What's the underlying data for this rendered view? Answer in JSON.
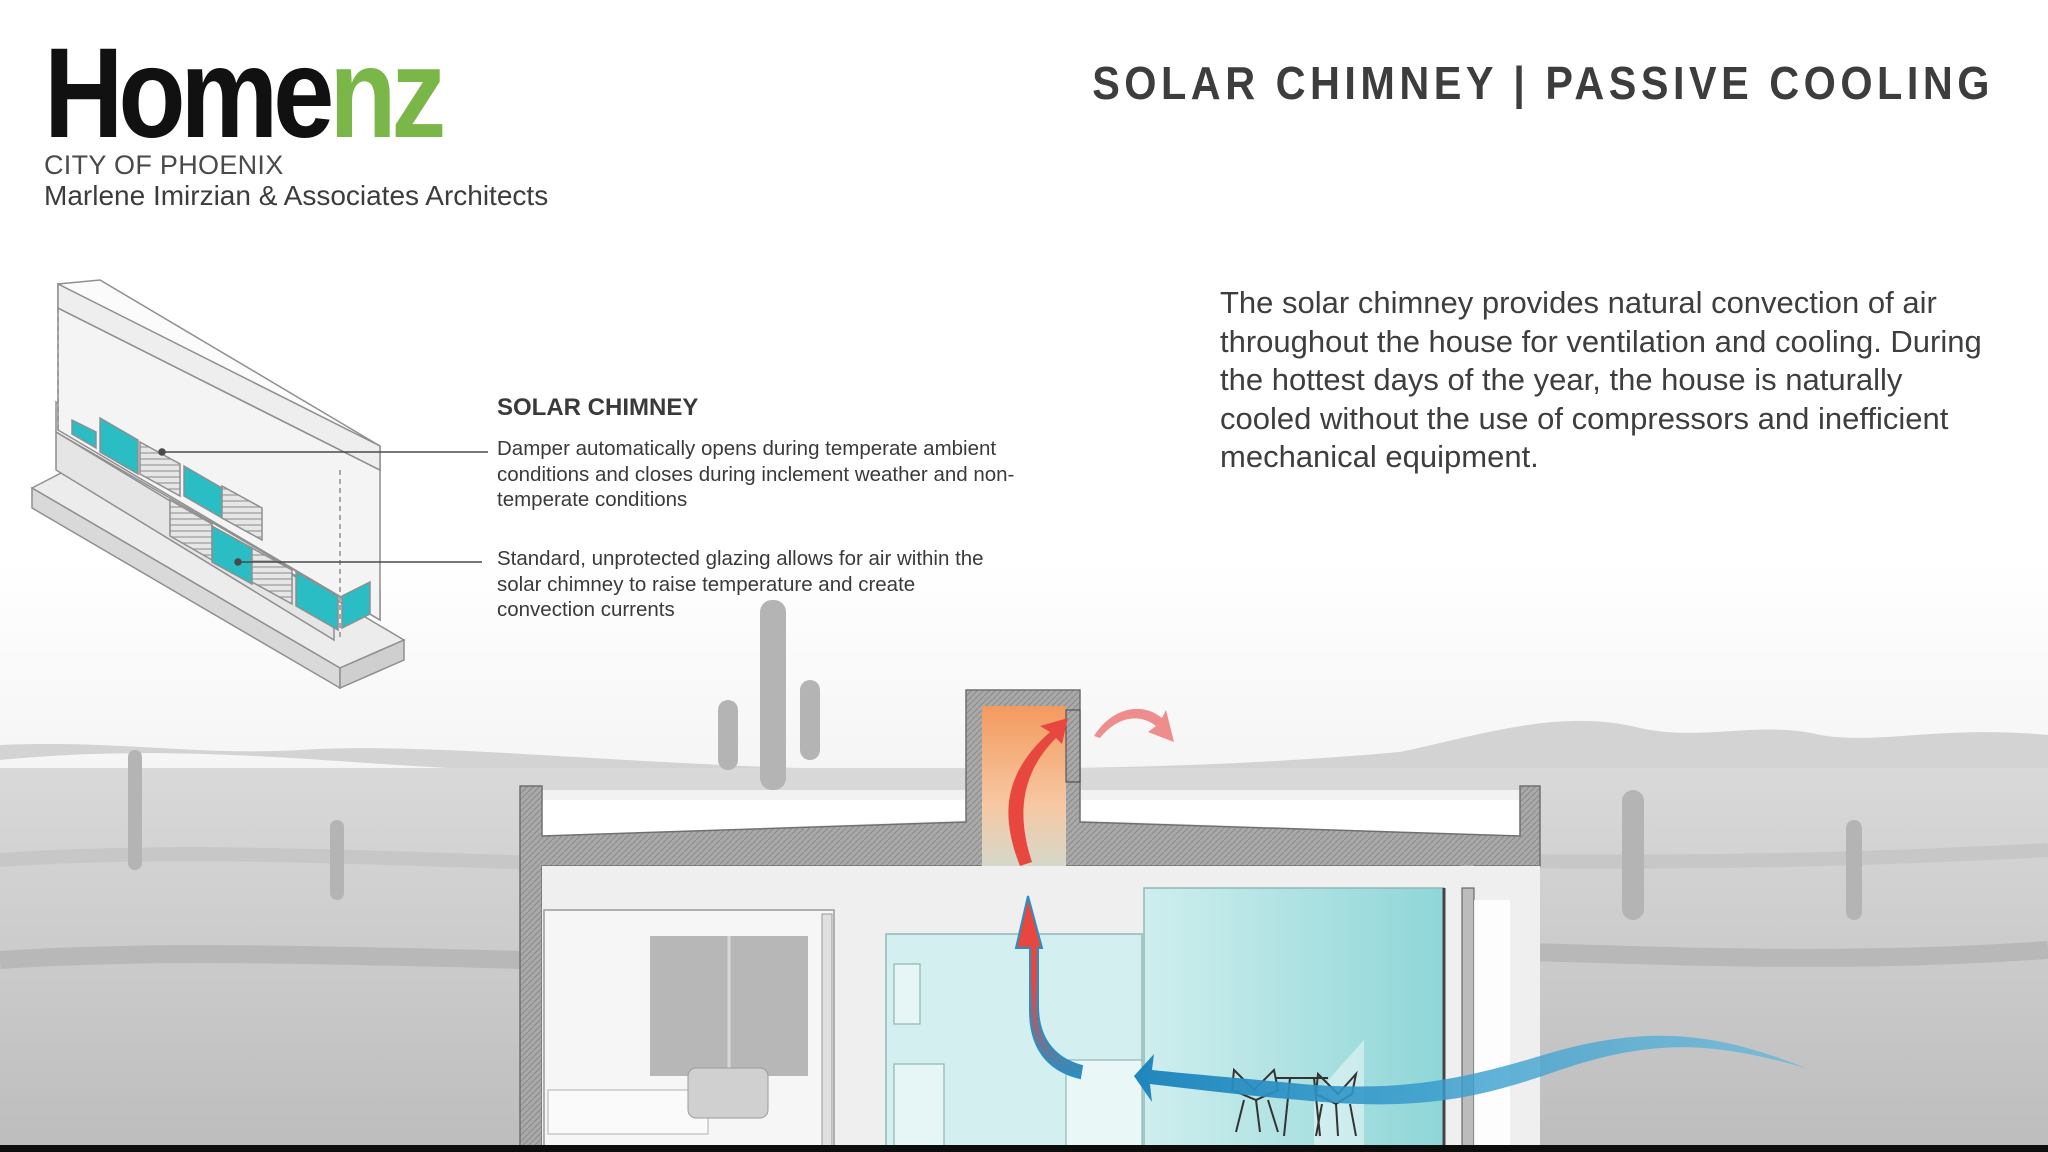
{
  "brand": {
    "logo_dark": "Home",
    "logo_green": "nz",
    "city": "CITY OF PHOENIX",
    "firm": "Marlene Imirzian & Associates Architects"
  },
  "header": {
    "title": "SOLAR CHIMNEY | PASSIVE COOLING"
  },
  "description": "The solar chimney provides natural convection of air throughout the house for ventilation and cooling. During the hottest days of the year, the house is naturally cooled without the use of compressors and inefficient mechanical equipment.",
  "callouts": {
    "title": "SOLAR CHIMNEY",
    "damper": "Damper automatically opens during temperate ambient conditions and closes during inclement weather and non-temperate conditions",
    "glazing": "Standard, unprotected glazing allows for air within the solar chimney to raise temperature and create convection currents"
  },
  "colors": {
    "brand_green": "#7ab648",
    "glazing_teal": "#2bbdc4",
    "cool_air": "#2a8fc2",
    "warm_air": "#e8473f",
    "chimney_heat": "#f3a36d"
  }
}
